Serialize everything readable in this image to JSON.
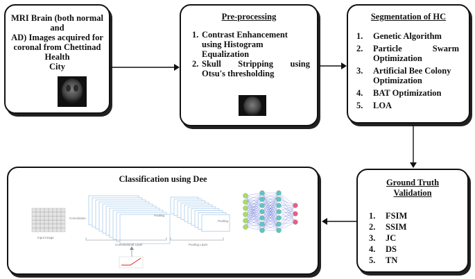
{
  "acquisition": {
    "text_lines": [
      "MRI Brain (both normal and",
      "AD) Images acquired for",
      "coronal from Chettinad Health",
      "City"
    ]
  },
  "preprocessing": {
    "title": "Pre-processing",
    "items": [
      {
        "num": "1.",
        "lines": [
          "Contrast Enhancement",
          "using Histogram",
          "Equalization"
        ]
      },
      {
        "num": "2.",
        "lines": [
          "Skull Stripping using",
          "Otsu's thresholding"
        ]
      }
    ]
  },
  "segmentation": {
    "title": "Segmentation of HC",
    "items": [
      {
        "num": "1.",
        "lines": [
          "Genetic Algorithm"
        ]
      },
      {
        "num": "2.",
        "lines": [
          "Particle Swarm",
          "Optimization"
        ]
      },
      {
        "num": "3.",
        "lines": [
          "Artificial Bee Colony",
          "Optimization"
        ]
      },
      {
        "num": "4.",
        "lines": [
          "BAT Optimization"
        ]
      },
      {
        "num": "5.",
        "lines": [
          "LOA"
        ]
      }
    ]
  },
  "ground_truth": {
    "title_lines": [
      "Ground Truth",
      "Validation"
    ],
    "items": [
      {
        "num": "1.",
        "label": "FSIM"
      },
      {
        "num": "2.",
        "label": "SSIM"
      },
      {
        "num": "3.",
        "label": "JC"
      },
      {
        "num": "4.",
        "label": "DS"
      },
      {
        "num": "5.",
        "label": "TN"
      }
    ]
  },
  "classification": {
    "title": "Classification using Dee",
    "cnn_labels": {
      "input": "Input Image",
      "conv_layer": "Convolutional Layer",
      "pool_layer": "Pooling Layer",
      "conv": "Convolution",
      "pool": "Pooling"
    }
  },
  "colors": {
    "border": "#111111",
    "arrow": "#111111",
    "network_node": "#a8dd6a",
    "network_link": "#3a4fcf"
  }
}
